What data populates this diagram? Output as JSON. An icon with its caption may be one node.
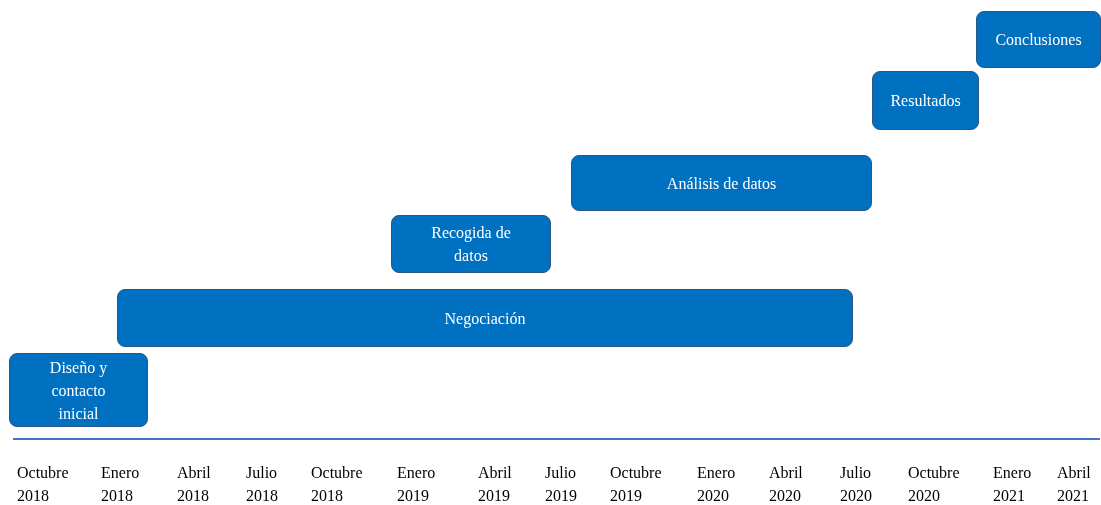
{
  "diagram": {
    "nodes": [
      {
        "text": [
          "Diseño y contacto inicial"
        ]
      },
      {
        "text": [
          "Negociación"
        ]
      },
      {
        "text": [
          "Recogida de datos"
        ]
      },
      {
        "text": [
          "Análisis de datos"
        ]
      },
      {
        "text": [
          "Resultados"
        ]
      },
      {
        "text": [
          "Conclusiones"
        ]
      }
    ],
    "labels": [
      "Octubre 2018",
      "Enero 2018",
      "Abril 2018",
      "Julio 2018",
      "Octubre 2018",
      "Enero 2019",
      "Abril 2019",
      "Julio 2019",
      "Octubre 2019",
      "Enero 2020",
      "Abril 2020",
      "Julio 2020",
      "Octubre 2020",
      "Enero 2021",
      "Abril 2021"
    ]
  }
}
